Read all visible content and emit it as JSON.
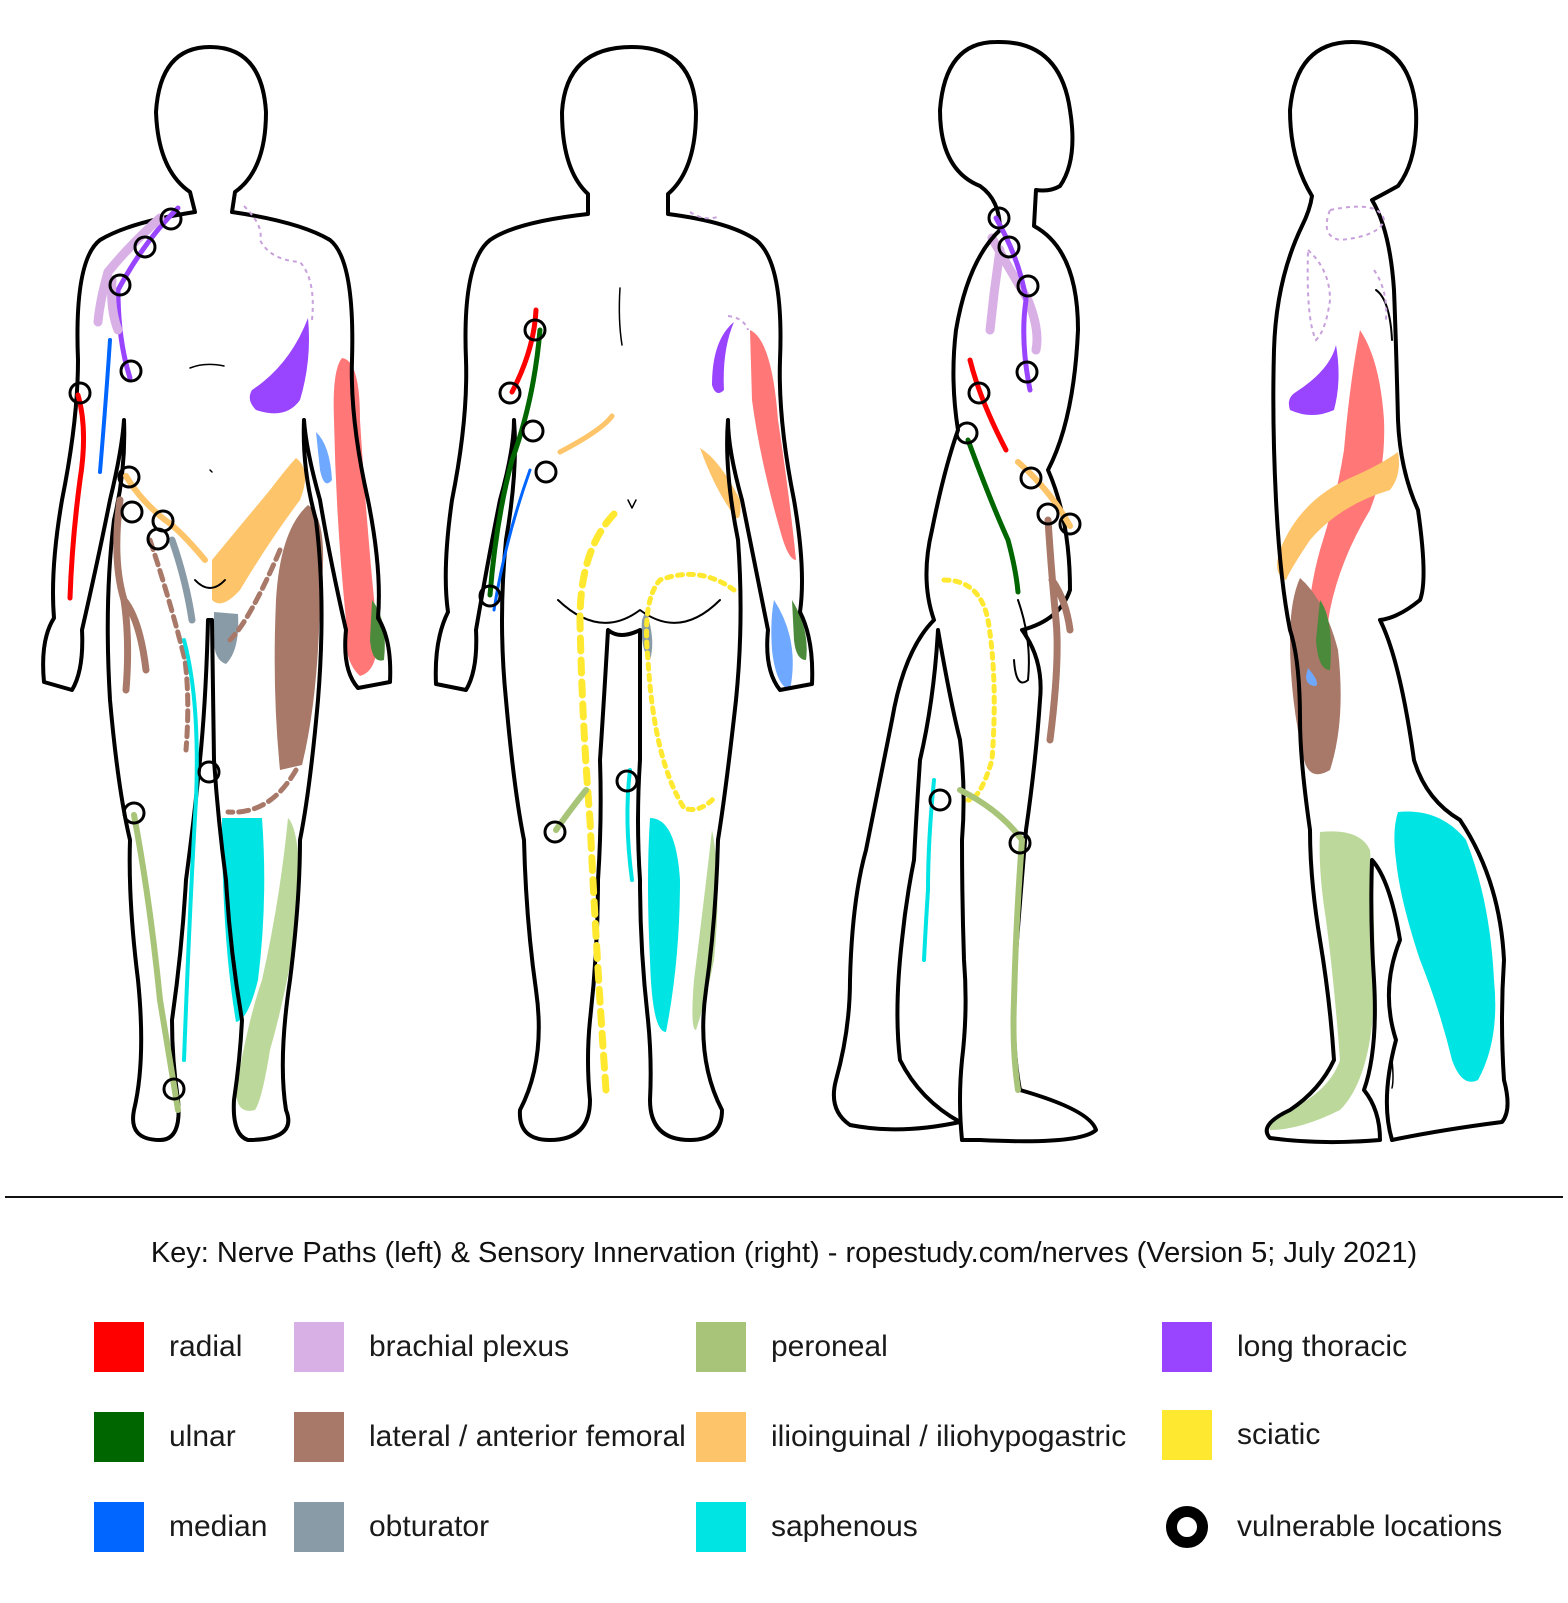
{
  "caption": "Key: Nerve Paths (left) & Sensory Innervation (right) - ropestudy.com/nerves (Version 5; July 2021)",
  "legend": [
    {
      "label": "radial",
      "color": "#ff0000"
    },
    {
      "label": "ulnar",
      "color": "#006600"
    },
    {
      "label": "median",
      "color": "#0066ff"
    },
    {
      "label": "brachial plexus",
      "color": "#d8b0e6"
    },
    {
      "label": "lateral / anterior femoral",
      "color": "#a87868"
    },
    {
      "label": "obturator",
      "color": "#8a9ba8"
    },
    {
      "label": "peroneal",
      "color": "#a8c478"
    },
    {
      "label": "ilioinguinal / iliohypogastric",
      "color": "#fdc469"
    },
    {
      "label": "saphenous",
      "color": "#00e4e4"
    },
    {
      "label": "long thoracic",
      "color": "#9944ff"
    },
    {
      "label": "sciatic",
      "color": "#ffe830"
    },
    {
      "label": "vulnerable locations",
      "color": "#000000"
    }
  ],
  "views": [
    "front",
    "back",
    "left-side",
    "right-side"
  ],
  "colors": {
    "outline": "#000000",
    "radial_light": "#ff7777",
    "peroneal_light": "#bcd89a",
    "femoral_light": "#a87868"
  }
}
